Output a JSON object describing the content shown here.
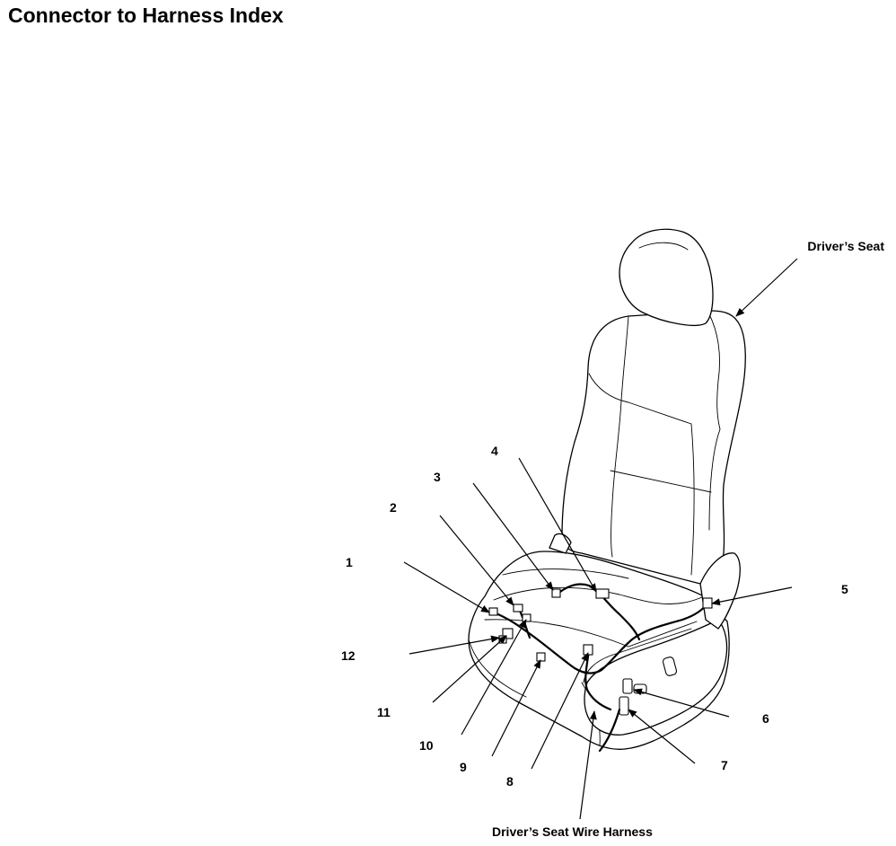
{
  "title": "Connector to Harness Index",
  "labels": {
    "seat": "Driver’s Seat",
    "harness": "Driver’s Seat Wire Harness"
  },
  "callouts": [
    {
      "id": "1"
    },
    {
      "id": "2"
    },
    {
      "id": "3"
    },
    {
      "id": "4"
    },
    {
      "id": "5"
    },
    {
      "id": "6"
    },
    {
      "id": "7"
    },
    {
      "id": "8"
    },
    {
      "id": "9"
    },
    {
      "id": "10"
    },
    {
      "id": "11"
    },
    {
      "id": "12"
    }
  ]
}
